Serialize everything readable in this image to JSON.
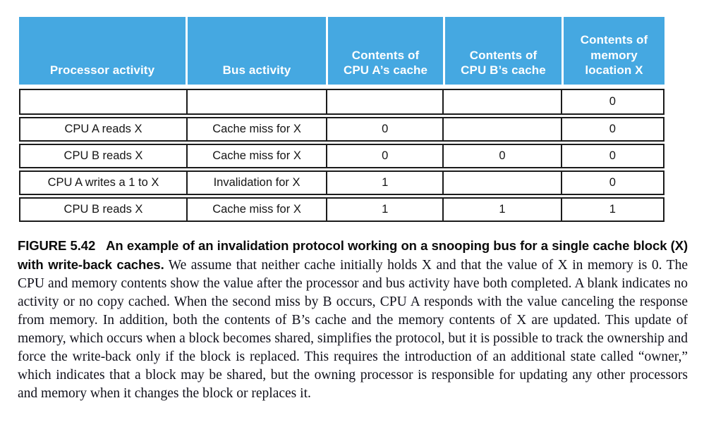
{
  "colors": {
    "header_blue": "#45a8e1",
    "border_black": "#1b1b1b",
    "header_text_white": "#ffffff"
  },
  "table": {
    "columns": [
      "Processor activity",
      "Bus activity",
      "Contents of\nCPU A’s cache",
      "Contents of\nCPU B’s cache",
      "Contents of\nmemory\nlocation X"
    ],
    "rows": [
      [
        "",
        "",
        "",
        "",
        "0"
      ],
      [
        "CPU A reads X",
        "Cache miss for X",
        "0",
        "",
        "0"
      ],
      [
        "CPU B reads X",
        "Cache miss for X",
        "0",
        "0",
        "0"
      ],
      [
        "CPU A writes a 1 to X",
        "Invalidation for X",
        "1",
        "",
        "0"
      ],
      [
        "CPU B reads X",
        "Cache miss for X",
        "1",
        "1",
        "1"
      ]
    ]
  },
  "caption": {
    "label": "FIGURE 5.42",
    "title": "An example of an invalidation protocol working on a snooping bus for a single cache block (X) with write-back caches.",
    "body": "We assume that neither cache initially holds X and that the value of X in memory is 0. The CPU and memory contents show the value after the processor and bus activity have both completed. A blank indicates no activity or no copy cached. When the second miss by B occurs, CPU A responds with the value canceling the response from memory. In addition, both the contents of B’s cache and the memory contents of X are updated. This update of memory, which occurs when a block becomes shared, simplifies the protocol, but it is possible to track the ownership and force the write-back only if the block is replaced. This requires the introduction of an additional state called “owner,” which indicates that a block may be shared, but the owning processor is responsible for updating any other processors and memory when it changes the block or replaces it."
  },
  "chart_data": {
    "type": "table",
    "title": "FIGURE 5.42 An example of an invalidation protocol working on a snooping bus for a single cache block (X) with write-back caches.",
    "columns": [
      "Processor activity",
      "Bus activity",
      "Contents of CPU A’s cache",
      "Contents of CPU B’s cache",
      "Contents of memory location X"
    ],
    "rows": [
      [
        "",
        "",
        "",
        "",
        "0"
      ],
      [
        "CPU A reads X",
        "Cache miss for X",
        "0",
        "",
        "0"
      ],
      [
        "CPU B reads X",
        "Cache miss for X",
        "0",
        "0",
        "0"
      ],
      [
        "CPU A writes a 1 to X",
        "Invalidation for X",
        "1",
        "",
        "0"
      ],
      [
        "CPU B reads X",
        "Cache miss for X",
        "1",
        "1",
        "1"
      ]
    ]
  }
}
